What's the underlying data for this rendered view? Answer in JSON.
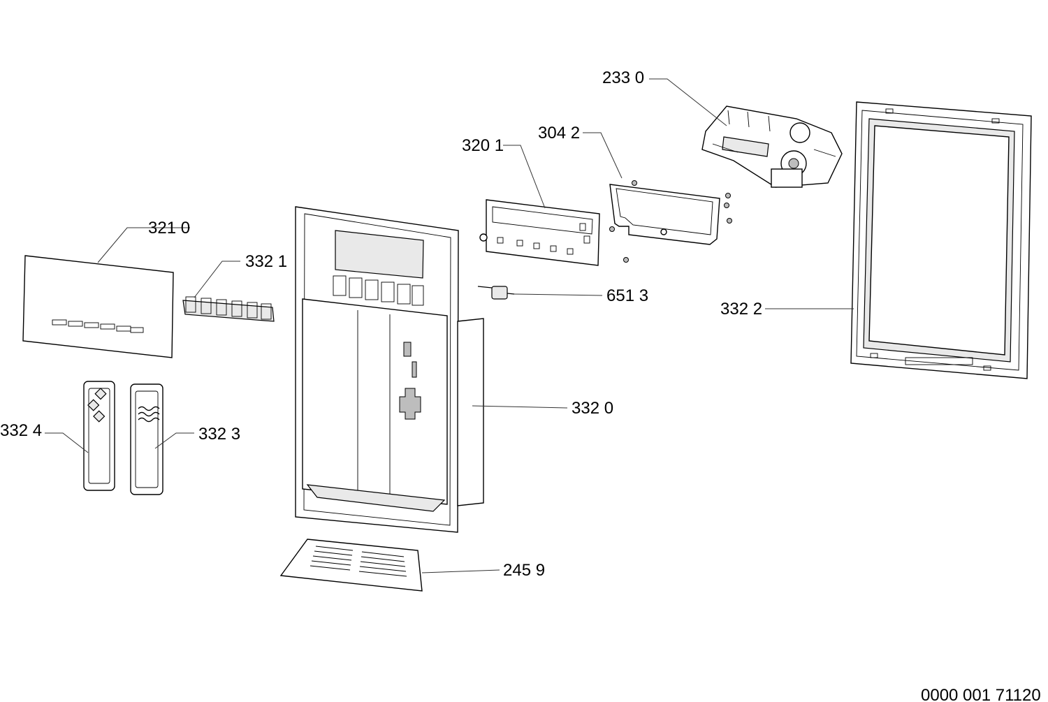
{
  "callouts": [
    {
      "id": "c2330",
      "label": "233 0"
    },
    {
      "id": "c3042",
      "label": "304 2"
    },
    {
      "id": "c3201",
      "label": "320 1"
    },
    {
      "id": "c3210",
      "label": "321 0"
    },
    {
      "id": "c3321",
      "label": "332 1"
    },
    {
      "id": "c6513",
      "label": "651 3"
    },
    {
      "id": "c3322",
      "label": "332 2"
    },
    {
      "id": "c3320",
      "label": "332 0"
    },
    {
      "id": "c3324",
      "label": "332 4"
    },
    {
      "id": "c3323",
      "label": "332 3"
    },
    {
      "id": "c2459",
      "label": "245 9"
    }
  ],
  "drawing_number": "0000 001 71120"
}
